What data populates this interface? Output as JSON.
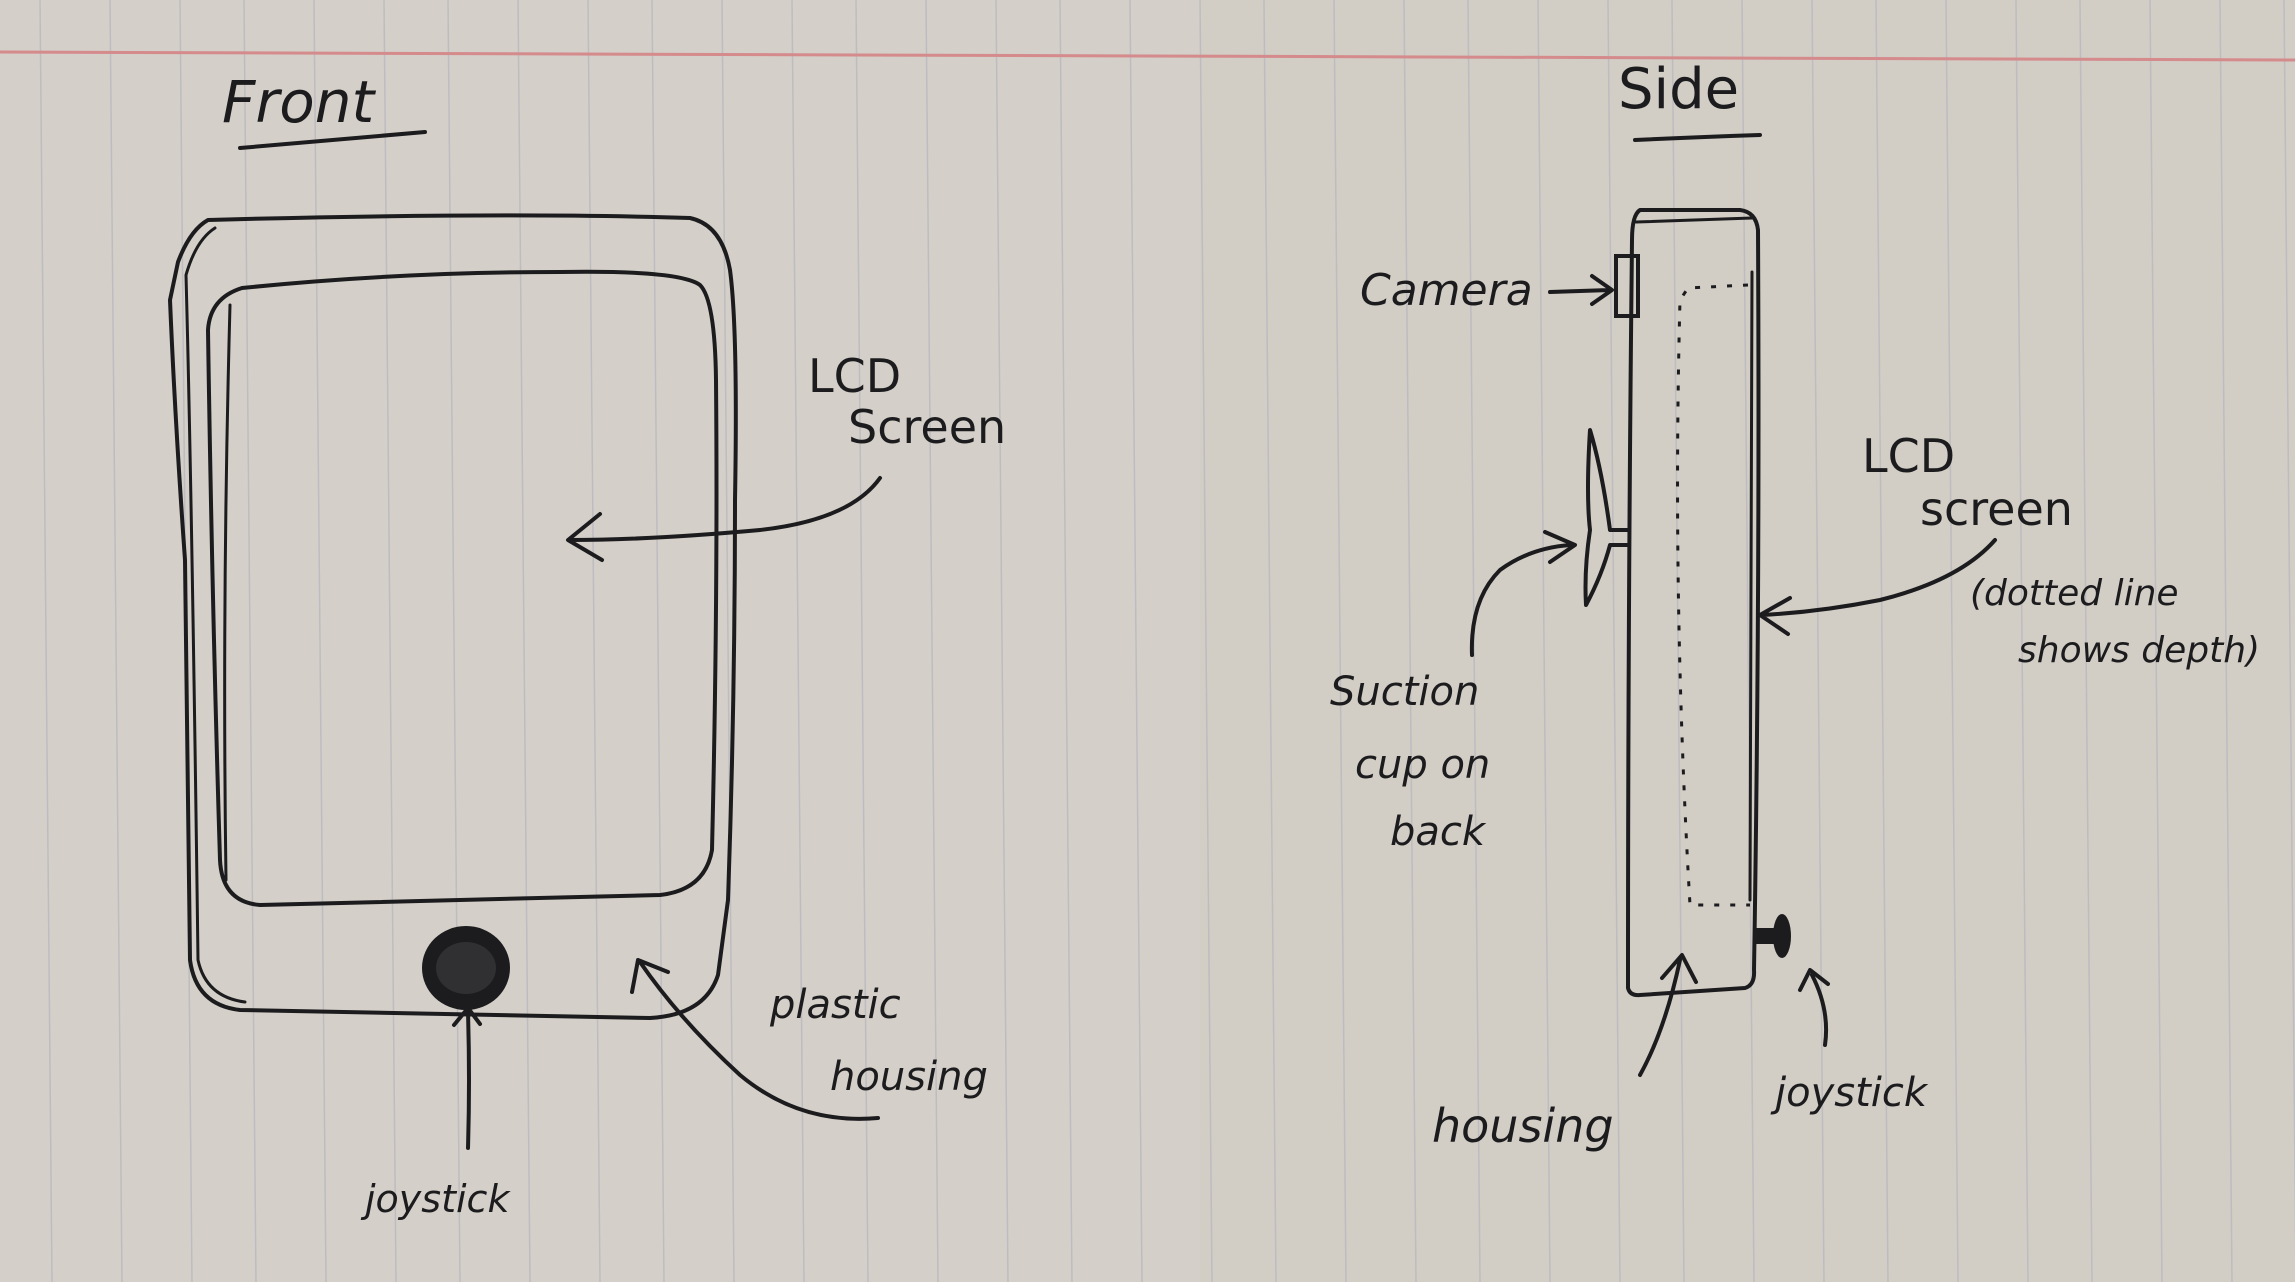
{
  "front": {
    "title": "Front",
    "lcd_label_line1": "LCD",
    "lcd_label_line2": "Screen",
    "joystick_label": "joystick",
    "housing_label_line1": "plastic",
    "housing_label_line2": "housing"
  },
  "side": {
    "title": "Side",
    "camera_label": "Camera",
    "lcd_label_line1": "LCD",
    "lcd_label_line2": "screen",
    "note_line1": "(dotted line",
    "note_line2": "shows depth)",
    "suction_label_line1": "Suction",
    "suction_label_line2": "cup on",
    "suction_label_line3": "back",
    "housing_label": "housing",
    "joystick_label": "joystick"
  },
  "colors": {
    "paper": "#d4cfc7",
    "ink": "#1c1c1e",
    "margin_line": "#d58a8c",
    "rule_line": "#b8b8bf"
  }
}
